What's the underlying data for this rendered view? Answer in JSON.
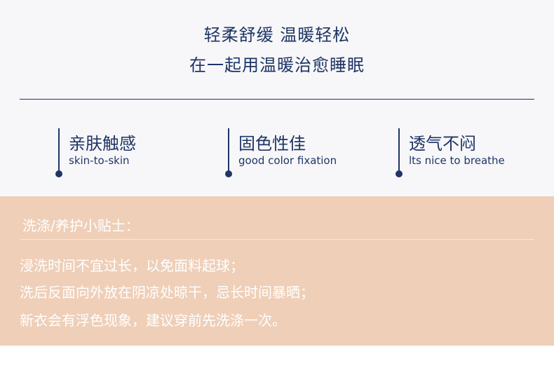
{
  "headline": {
    "line1": "轻柔舒缓 温暖轻松",
    "line2": "在一起用温暖治愈睡眠"
  },
  "features": [
    {
      "zh": "亲肤触感",
      "en": "skin-to-skin"
    },
    {
      "zh": "固色性佳",
      "en": "good color fixation"
    },
    {
      "zh": "透气不闷",
      "en": "lts nice to breathe"
    }
  ],
  "care": {
    "title": "洗涤/养护小贴士：",
    "lines": [
      "浸洗时间不宜过长，以免面料起球；",
      "洗后反面向外放在阴凉处晾干，忌长时间暴晒；",
      "新衣会有浮色现象，建议穿前先洗涤一次。"
    ]
  },
  "colors": {
    "navy": "#1f3566",
    "care_background": "#efcfb8",
    "top_background": "#f7f7f9"
  }
}
